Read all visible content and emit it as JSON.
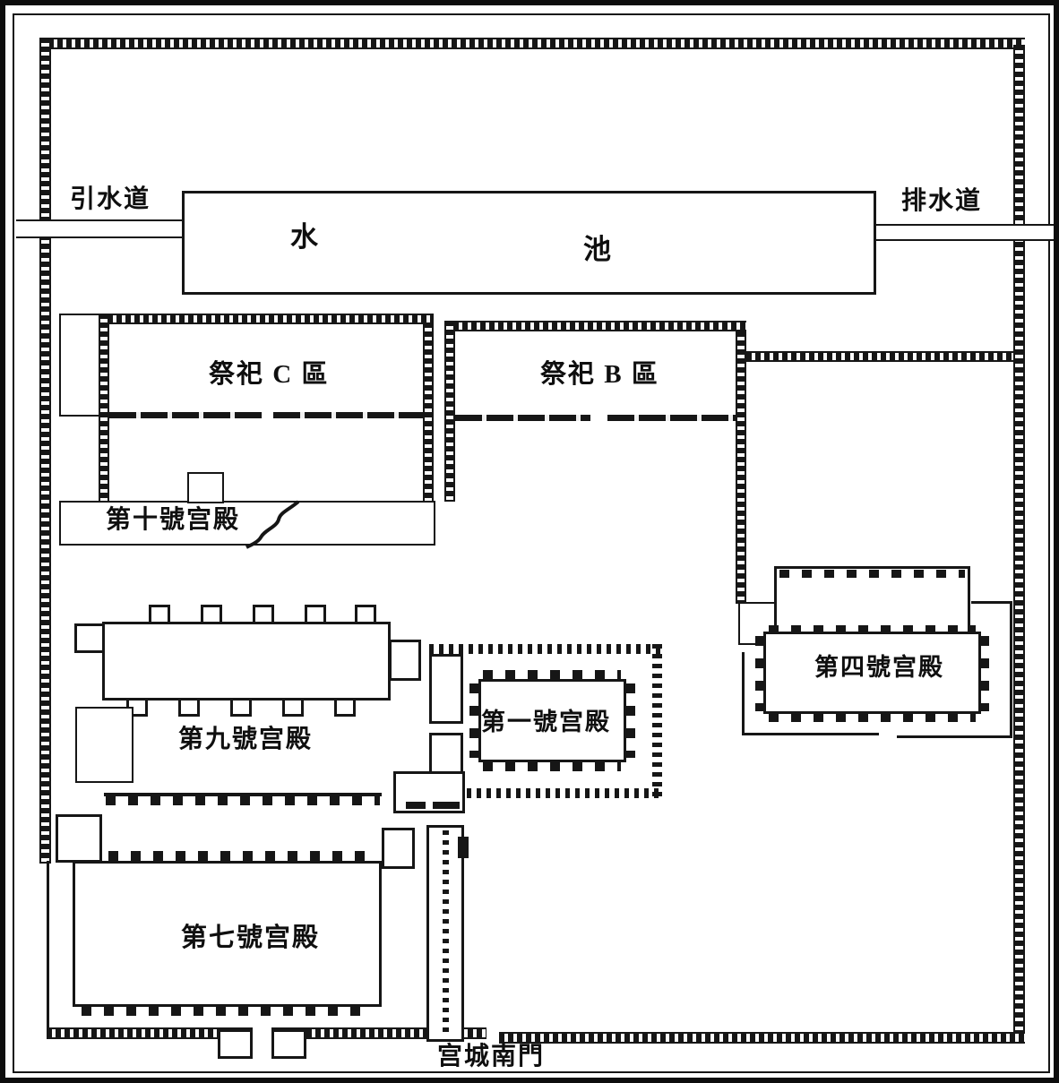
{
  "diagram": {
    "title_type": "palace-city archaeological site plan",
    "colors": {
      "ink": "#161616",
      "paper": "#ffffff"
    },
    "labels": {
      "water_inlet": "引水道",
      "water_drain": "排水道",
      "pool_char_left": "水",
      "pool_char_right": "池",
      "sacrifice_area_c": "祭祀 C 區",
      "sacrifice_area_b": "祭祀 B 區",
      "palace_no10": "第十號宫殿",
      "palace_no9": "第九號宫殿",
      "palace_no7": "第七號宫殿",
      "palace_no1": "第一號宫殿",
      "palace_no4": "第四號宫殿",
      "south_gate": "宫城南門"
    }
  }
}
